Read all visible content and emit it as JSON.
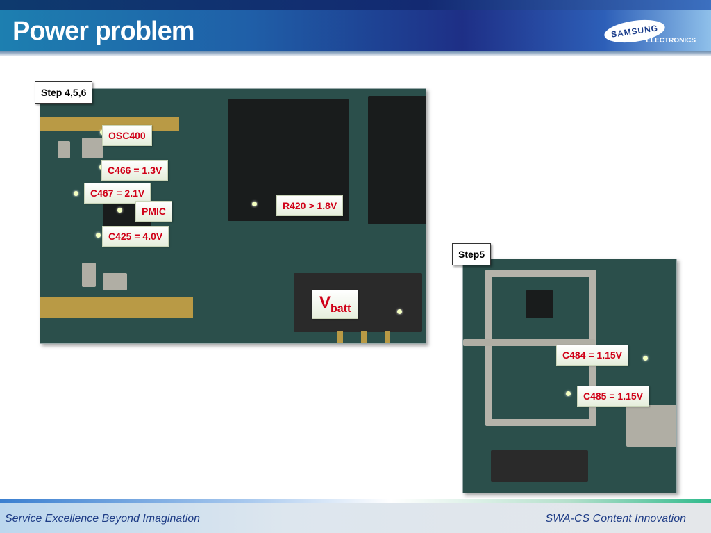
{
  "header": {
    "title": "Power problem",
    "logo": {
      "brand": "SAMSUNG",
      "sub": "ELECTRONICS"
    }
  },
  "photo1": {
    "step": "Step 4,5,6",
    "labels": {
      "osc": "OSC400",
      "c466": "C466 = 1.3V",
      "c467": "C467 = 2.1V",
      "pmic": "PMIC",
      "c425": "C425 = 4.0V",
      "r420": "R420 > 1.8V",
      "vbatt_main": "V",
      "vbatt_sub": "batt"
    }
  },
  "photo2": {
    "step": "Step5",
    "labels": {
      "c484": "C484 = 1.15V",
      "c485": "C485 = 1.15V"
    }
  },
  "footer": {
    "left": "Service Excellence Beyond Imagination",
    "right": "SWA-CS Content Innovation"
  }
}
